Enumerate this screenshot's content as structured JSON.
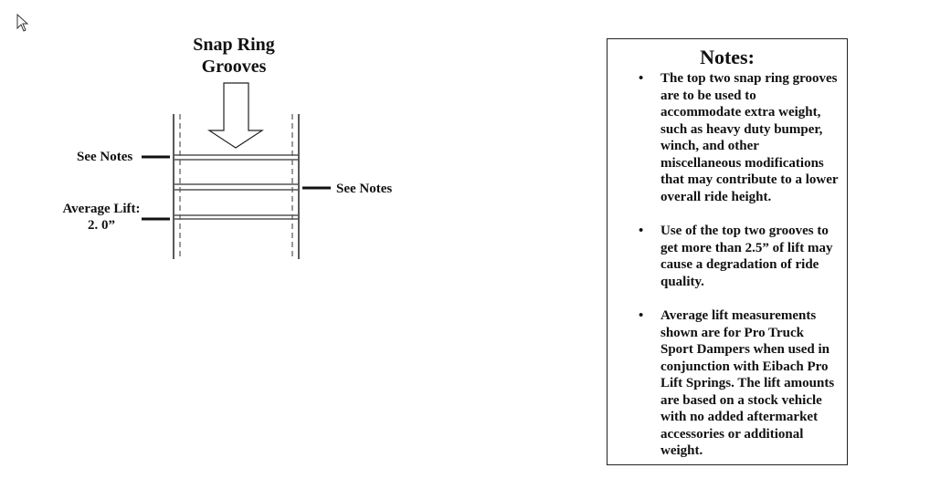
{
  "diagram": {
    "title_line1": "Snap Ring",
    "title_line2": "Grooves",
    "label_see_notes_left": "See Notes",
    "label_see_notes_right": "See Notes",
    "label_avg_lift_line1": "Average Lift:",
    "label_avg_lift_line2": "2. 0”"
  },
  "notes": {
    "title": "Notes:",
    "bullet_symbol": "•",
    "items": [
      "The top two snap ring grooves are to be used to accommodate extra weight, such as heavy duty bumper, winch, and other miscellaneous modifications that may contribute to a lower overall ride height.",
      "Use of the top two grooves to get more than 2.5” of lift may cause a degradation of ride quality.",
      "Average lift measurements shown are for Pro Truck Sport Dampers when used in conjunction with Eibach Pro Lift Springs.  The lift amounts are based on a stock vehicle with no added aftermarket accessories or additional weight."
    ]
  }
}
